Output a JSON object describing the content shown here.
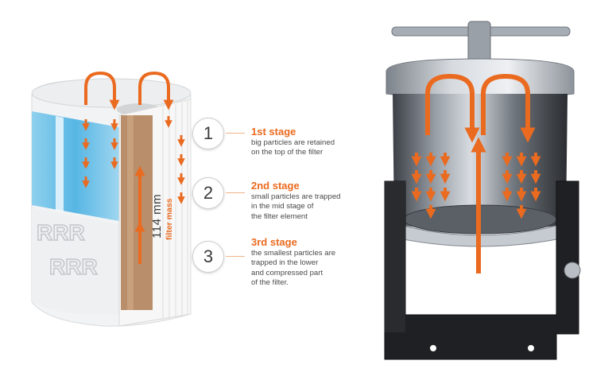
{
  "colors": {
    "accent": "#ea6a1f",
    "text": "#4a4a4a",
    "steel": "#b9bfc6",
    "bracket": "#1e1e1e"
  },
  "filter_cross_section": {
    "brand_print": "RRR",
    "height_dimension": "114 mm",
    "height_label": "filter mass"
  },
  "stages": [
    {
      "number": "1",
      "title": "1st stage",
      "description": "big particles are retained\non the top of the filter"
    },
    {
      "number": "2",
      "title": "2nd stage",
      "description": "small particles are trapped\nin the mid stage of\nthe filter element"
    },
    {
      "number": "3",
      "title": "3rd stage",
      "description": "the smallest particles are\ntrapped in the lower\nand compressed part\nof the filter."
    }
  ]
}
